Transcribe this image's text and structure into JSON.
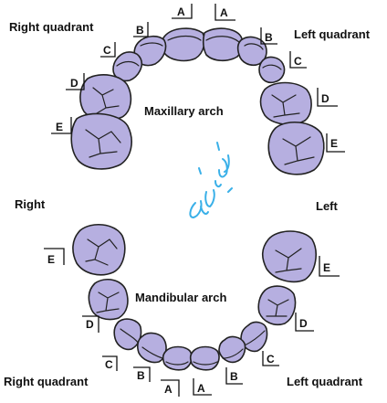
{
  "labels": {
    "top_right_quadrant": "Right quadrant",
    "top_left_quadrant": "Left quadrant",
    "maxillary": "Maxillary arch",
    "right": "Right",
    "left": "Left",
    "mandibular": "Mandibular arch",
    "bottom_right_quadrant": "Right quadrant",
    "bottom_left_quadrant": "Left quadrant"
  },
  "tooth_letters": {
    "upper_right": [
      "A",
      "B",
      "C",
      "D",
      "E"
    ],
    "upper_left": [
      "A",
      "B",
      "C",
      "D",
      "E"
    ],
    "lower_right": [
      "A",
      "B",
      "C",
      "D",
      "E"
    ],
    "lower_left": [
      "A",
      "B",
      "C",
      "D",
      "E"
    ]
  },
  "colors": {
    "tooth_fill": "#b6afe0",
    "outline": "#222222",
    "scribble": "#3ab0e8"
  }
}
